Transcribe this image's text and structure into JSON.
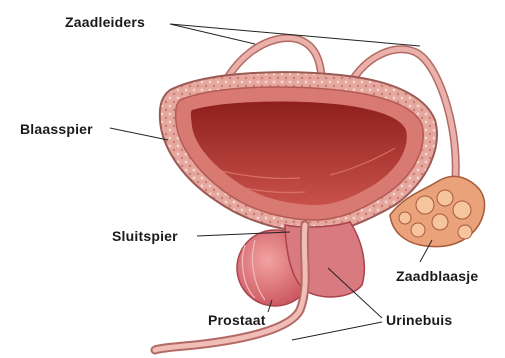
{
  "labels": {
    "zaadleiders": "Zaadleiders",
    "blaasspier": "Blaasspier",
    "sluitspier": "Sluitspier",
    "zaadblaasje": "Zaadblaasje",
    "prostaat": "Prostaat",
    "urinebuis": "Urinebuis"
  },
  "colors": {
    "bladder_wall": "#d98f86",
    "bladder_inner": "#b3332d",
    "mucosa": "#cc5a52",
    "prostate": "#d96a6f",
    "vas_deferens": "#e8a09a",
    "seminal_vesicle": "#f0b38a",
    "leader_line": "#222222"
  }
}
